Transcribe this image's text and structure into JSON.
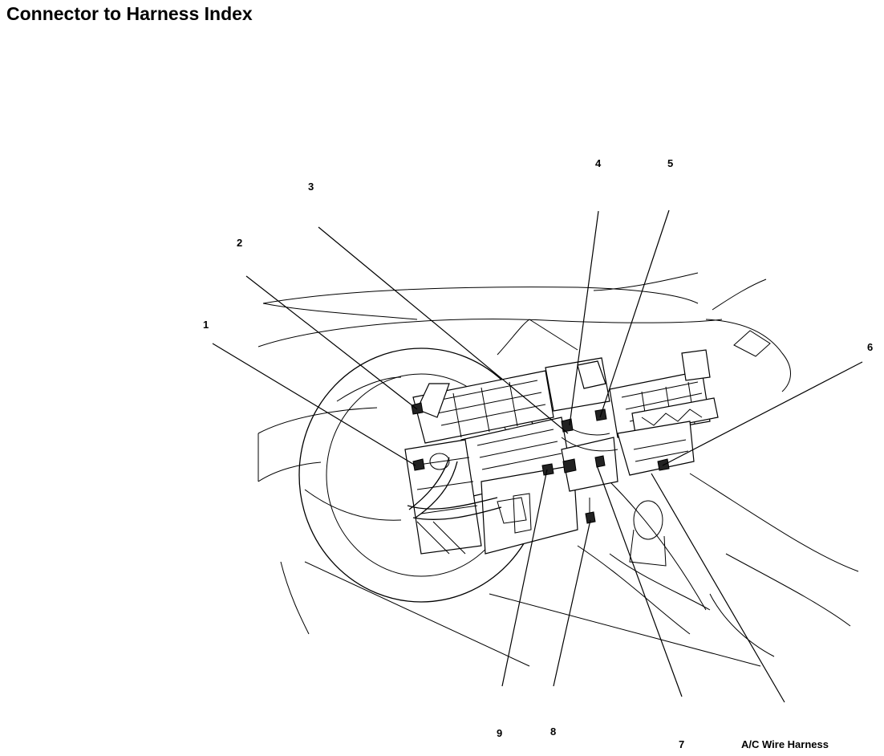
{
  "page": {
    "title": "Connector to Harness Index"
  },
  "callouts": [
    {
      "id": "1",
      "label": "1"
    },
    {
      "id": "2",
      "label": "2"
    },
    {
      "id": "3",
      "label": "3"
    },
    {
      "id": "4",
      "label": "4"
    },
    {
      "id": "5",
      "label": "5"
    },
    {
      "id": "6",
      "label": "6"
    },
    {
      "id": "7",
      "label": "7"
    },
    {
      "id": "8",
      "label": "8"
    },
    {
      "id": "9",
      "label": "9"
    }
  ],
  "harness": {
    "label": "A/C Wire Harness"
  }
}
